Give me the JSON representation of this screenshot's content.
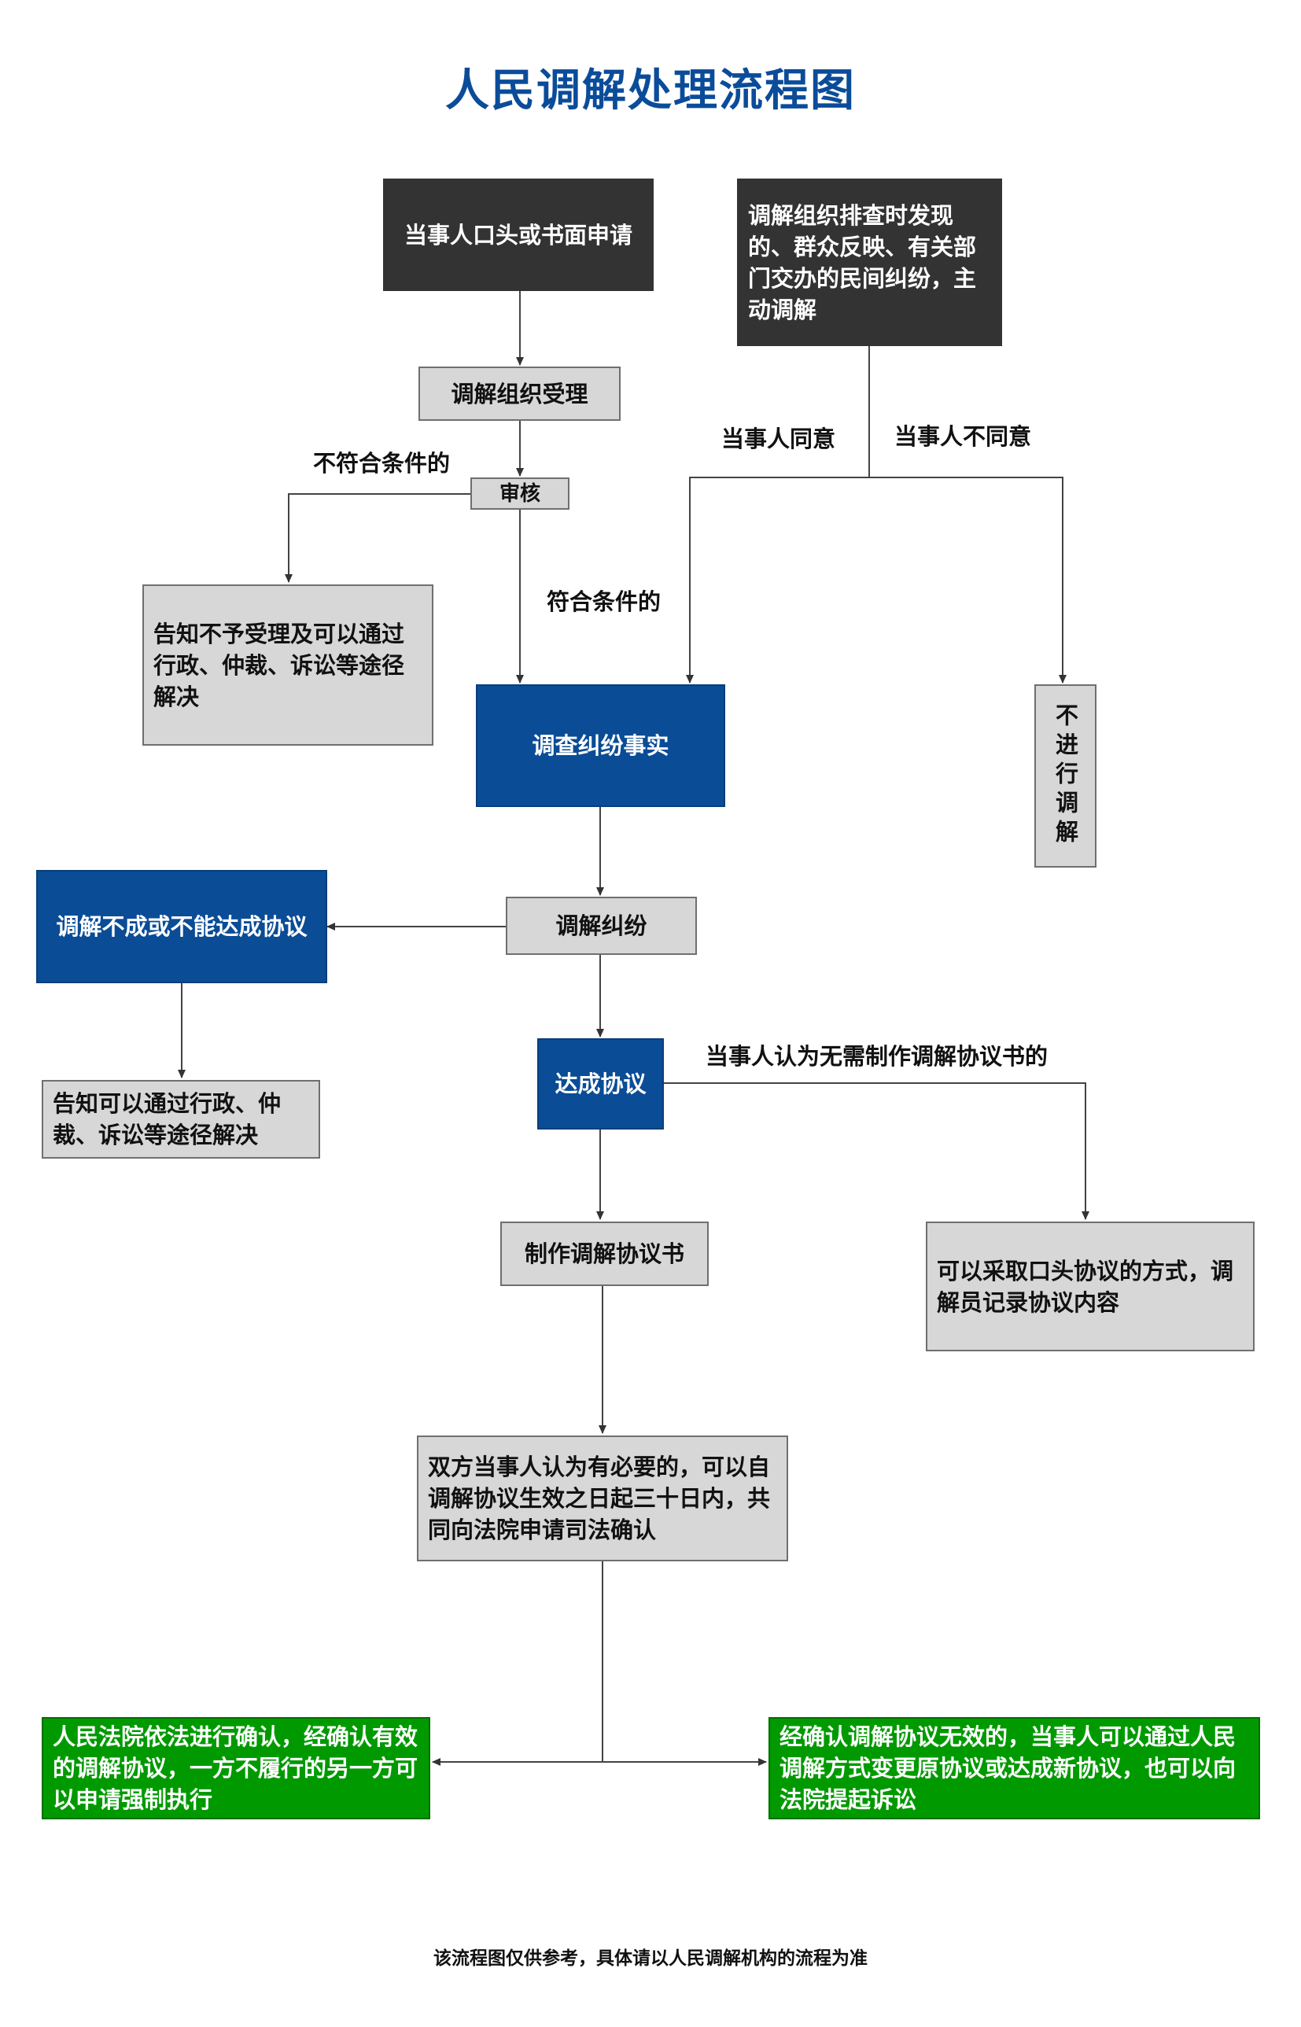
{
  "title": "人民调解处理流程图",
  "nodes": {
    "apply": "当事人口头或书面申请",
    "proactive": "调解组织排查时发现的、群众反映、有关部门交办的民间纠纷，主动调解",
    "accept": "调解组织受理",
    "review": "审核",
    "reject_notice": "告知不予受理及可以通过行政、仲裁、诉讼等途径解决",
    "investigate": "调查纠纷事实",
    "no_mediation": "不进行调解",
    "mediate": "调解纠纷",
    "fail": "调解不成或不能达成协议",
    "fail_notice": "告知可以通过行政、仲裁、诉讼等途径解决",
    "agreement": "达成协议",
    "oral_agreement": "可以采取口头协议的方式，调解员记录协议内容",
    "make_doc": "制作调解协议书",
    "judicial": "双方当事人认为有必要的，可以自调解协议生效之日起三十日内，共同向法院申请司法确认",
    "court_confirm": "人民法院依法进行确认，经确认有效的调解协议，一方不履行的另一方可以申请强制执行",
    "invalid": "经确认调解协议无效的，当事人可以通过人民调解方式变更原协议或达成新协议，也可以向法院提起诉讼"
  },
  "labels": {
    "not_qualified": "不符合条件的",
    "qualified": "符合条件的",
    "agree": "当事人同意",
    "disagree": "当事人不同意",
    "no_doc_needed": "当事人认为无需制作调解协议书的"
  },
  "footnote": "该流程图仅供参考，具体请以人民调解机构的流程为准",
  "colors": {
    "title": "#0b4c9a",
    "dark": "#333333",
    "gray": "#d7d7d7",
    "blue": "#0a4c96",
    "green": "#009a00"
  }
}
